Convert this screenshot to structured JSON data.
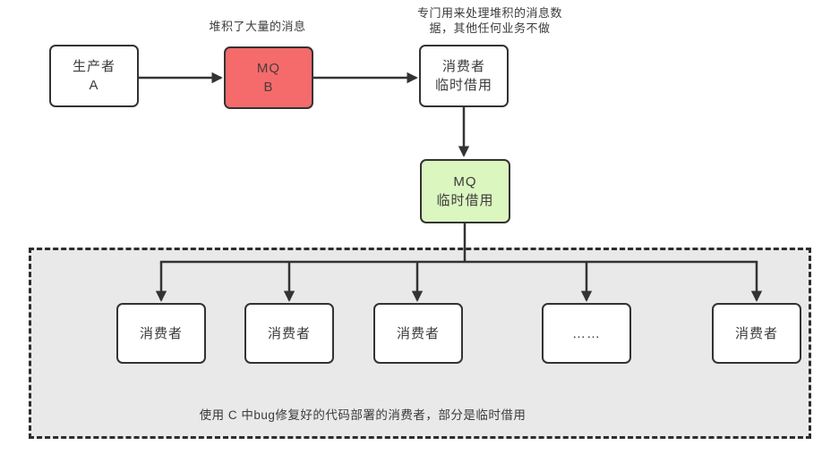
{
  "diagram": {
    "labels": {
      "accumulated": "堆积了大量的消息",
      "dedicated_lines": [
        "专门用来处理堆积的消息数",
        "据，其他任何业务不做"
      ],
      "bottom_note": "使用 C 中bug修复好的代码部署的消费者，部分是临时借用"
    },
    "nodes": {
      "producer": {
        "line1": "生产者",
        "line2": "A"
      },
      "mq_b": {
        "line1": "MQ",
        "line2": "B"
      },
      "consumer_temp": {
        "line1": "消费者",
        "line2": "临时借用"
      },
      "mq_temp": {
        "line1": "MQ",
        "line2": "临时借用"
      },
      "consumers": [
        {
          "label": "消费者"
        },
        {
          "label": "消费者"
        },
        {
          "label": "消费者"
        },
        {
          "label": "……"
        },
        {
          "label": "消费者"
        }
      ]
    },
    "colors": {
      "stroke": "#333333",
      "mq_b_fill": "#f56b6b",
      "mq_temp_fill": "#dcf6c0",
      "region_fill": "#e9e9e9",
      "region_border": "#2d2d2d",
      "node_border": "#333333",
      "text": "#3b3b3b"
    }
  }
}
